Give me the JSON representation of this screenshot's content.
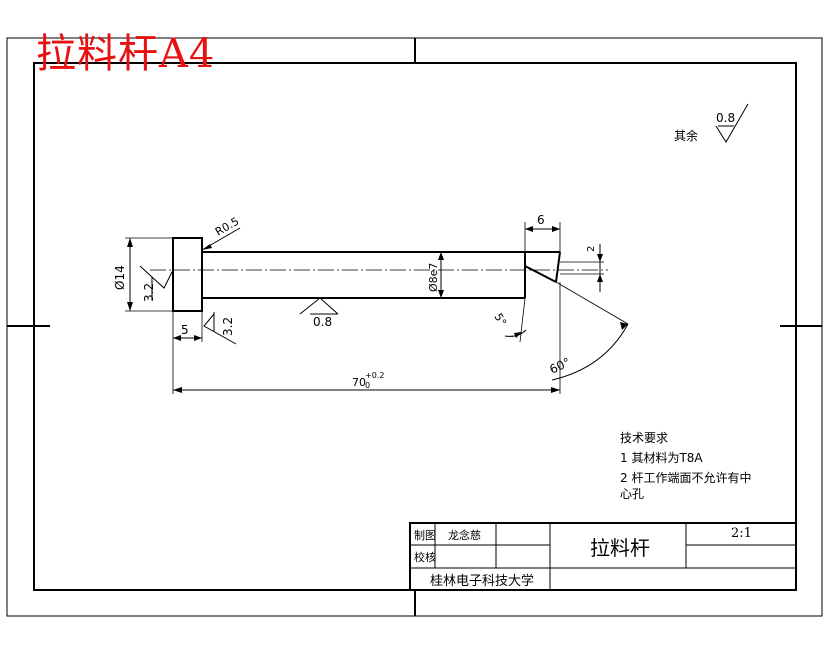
{
  "sheet_label": "拉料杆A4",
  "surface_finish": {
    "general_prefix": "其余",
    "general_value": "0.8"
  },
  "dimensions": {
    "radius": "R0.5",
    "head_diameter": "Ø14",
    "head_finish": "3.2",
    "head_face_finish": "3.2",
    "head_length": "5",
    "shaft_finish": "0.8",
    "shaft_diameter": "Ø8e7",
    "slot_width": "6",
    "slot_depth": "2",
    "slot_angle": "5°",
    "hook_angle": "60°",
    "total_length": "70",
    "total_length_tol_upper": "+0.2",
    "total_length_tol_lower": "0"
  },
  "technical_requirements": {
    "title": "技术要求",
    "items": [
      "1  其材料为T8A",
      "2  杆工作端面不允许有中",
      "心孔"
    ]
  },
  "title_block": {
    "drawn_label": "制图",
    "drawn_by": "龙念慈",
    "checked_label": "校核",
    "part_name": "拉料杆",
    "scale": "2:1",
    "organization": "桂林电子科技大学"
  }
}
